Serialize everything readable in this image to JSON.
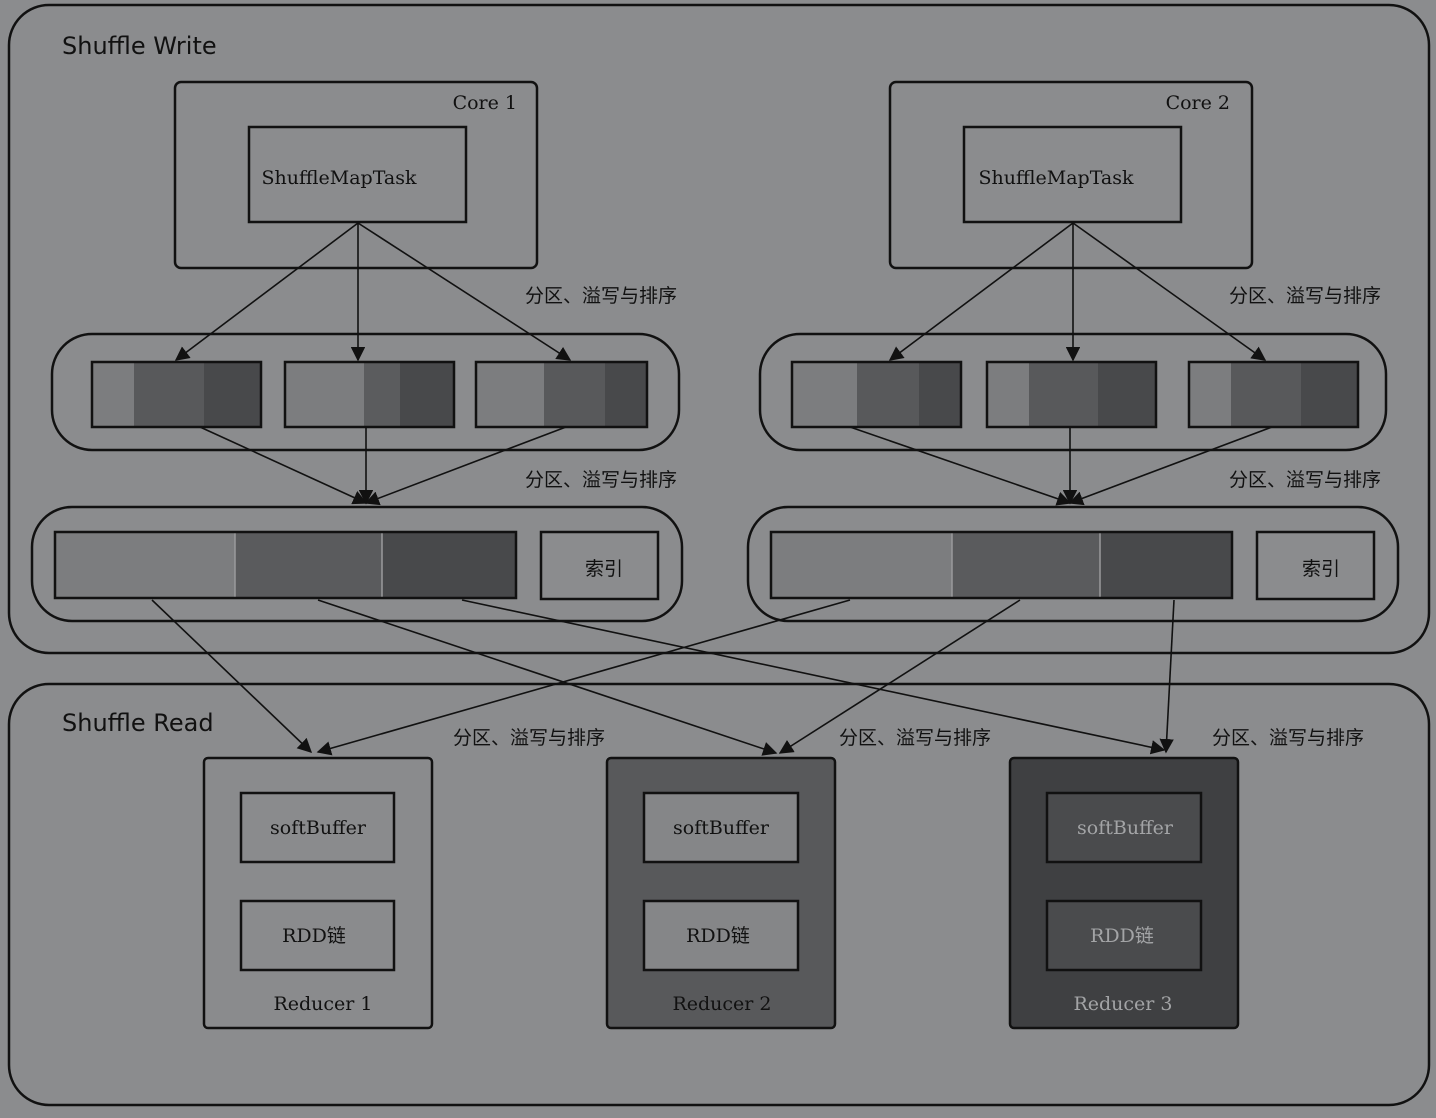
{
  "sections": {
    "write": "Shuffle Write",
    "read": "Shuffle Read"
  },
  "cores": [
    {
      "label": "Core 1",
      "task": "ShuffleMapTask"
    },
    {
      "label": "Core 2",
      "task": "ShuffleMapTask"
    }
  ],
  "index_label": "索引",
  "edge_label": "分区、溢写与排序",
  "reducers": [
    {
      "label": "Reducer 1",
      "buffer": "softBuffer",
      "rdd": "RDD链"
    },
    {
      "label": "Reducer 2",
      "buffer": "softBuffer",
      "rdd": "RDD链"
    },
    {
      "label": "Reducer 3",
      "buffer": "softBuffer",
      "rdd": "RDD链"
    }
  ],
  "colors": {
    "background": "#8b8c8e",
    "stroke": "#111111",
    "reducer_fills": [
      "#8a8b8d",
      "#58595b",
      "#3f4042"
    ],
    "reducer_text": [
      "#111111",
      "#111111",
      "#a3a4a6"
    ]
  }
}
